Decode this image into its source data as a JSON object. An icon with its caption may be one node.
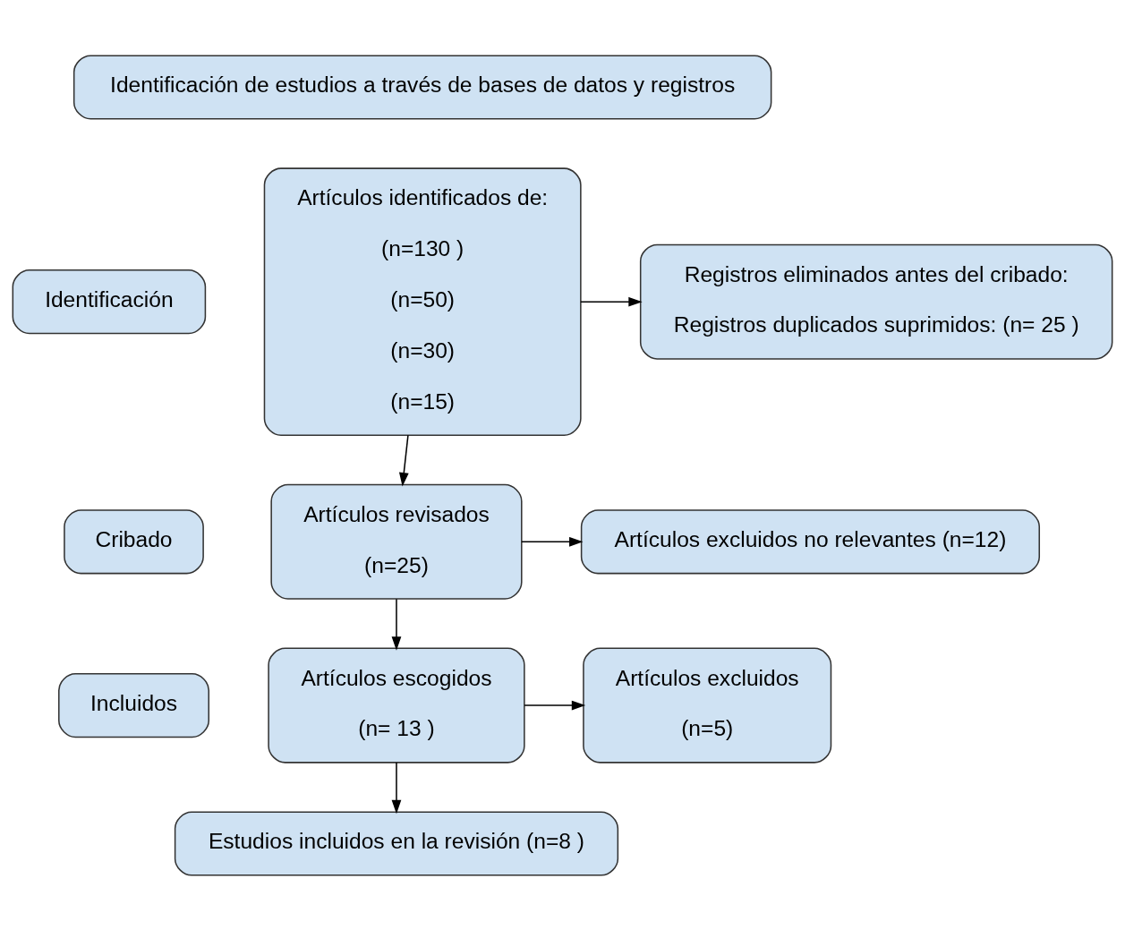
{
  "diagram": {
    "nodes": [
      {
        "text": [
          "Identificación de estudios a través de bases de datos y registros"
        ]
      },
      {
        "text": [
          "Identificación"
        ]
      },
      {
        "text": [
          "Artículos identificados de:",
          "(n=130 )",
          "(n=50)",
          "(n=30)",
          "(n=15)"
        ]
      },
      {
        "text": [
          "Registros eliminados antes del cribado:",
          "Registros duplicados suprimidos: (n= 25 )"
        ]
      },
      {
        "text": [
          "Cribado"
        ]
      },
      {
        "text": [
          "Artículos revisados",
          "(n=25)"
        ]
      },
      {
        "text": [
          "Artículos excluidos no relevantes (n=12)"
        ]
      },
      {
        "text": [
          "Incluidos"
        ]
      },
      {
        "text": [
          "Artículos escogidos",
          "(n= 13 )"
        ]
      },
      {
        "text": [
          "Artículos excluidos",
          "(n=5)"
        ]
      },
      {
        "text": [
          "Estudios incluidos en la revisión (n=8 )"
        ]
      }
    ],
    "edges": [
      {
        "from": 2,
        "to": 3,
        "arrow": "to"
      },
      {
        "from": 2,
        "to": 5,
        "arrow": "to"
      },
      {
        "from": 5,
        "to": 6,
        "arrow": "to"
      },
      {
        "from": 5,
        "to": 8,
        "arrow": "to"
      },
      {
        "from": 8,
        "to": 9,
        "arrow": "to"
      },
      {
        "from": 8,
        "to": 10,
        "arrow": "to"
      }
    ]
  }
}
